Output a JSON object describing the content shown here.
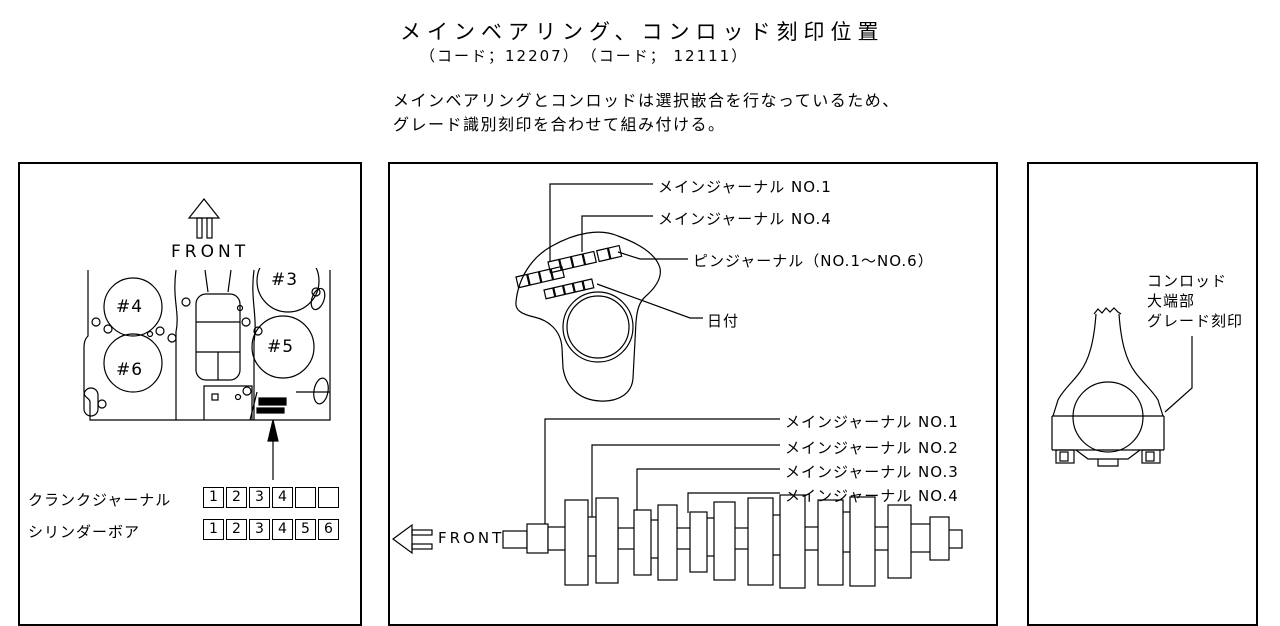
{
  "header": {
    "title": "メインベアリング、コンロッド刻印位置",
    "codes": "（コード；12207）　（コード； 12111）",
    "note_line1": "メインベアリングとコンロッドは選択嵌合を行なっているため、",
    "note_line2": "グレード識別刻印を合わせて組み付ける。"
  },
  "left_panel": {
    "front_label": "FRONT",
    "cylinder_labels": [
      "#4",
      "#6",
      "#3",
      "#5"
    ],
    "stamp_rows": [
      {
        "label": "クランクジャーナル",
        "boxes": [
          "1",
          "2",
          "3",
          "4",
          "",
          ""
        ]
      },
      {
        "label": "シリンダーボア",
        "boxes": [
          "1",
          "2",
          "3",
          "4",
          "5",
          "6"
        ]
      }
    ]
  },
  "center_panel": {
    "front_label": "FRONT",
    "web_labels": [
      "メインジャーナル NO.1",
      "メインジャーナル NO.4",
      "ピンジャーナル（NO.1～NO.6）",
      "日付"
    ],
    "crank_labels": [
      "メインジャーナル NO.1",
      "メインジャーナル NO.2",
      "メインジャーナル NO.3",
      "メインジャーナル NO.4"
    ]
  },
  "right_panel": {
    "label_lines": [
      "コンロッド",
      "大端部",
      "グレード刻印"
    ]
  },
  "colors": {
    "ink": "#000000",
    "paper": "#ffffff"
  }
}
